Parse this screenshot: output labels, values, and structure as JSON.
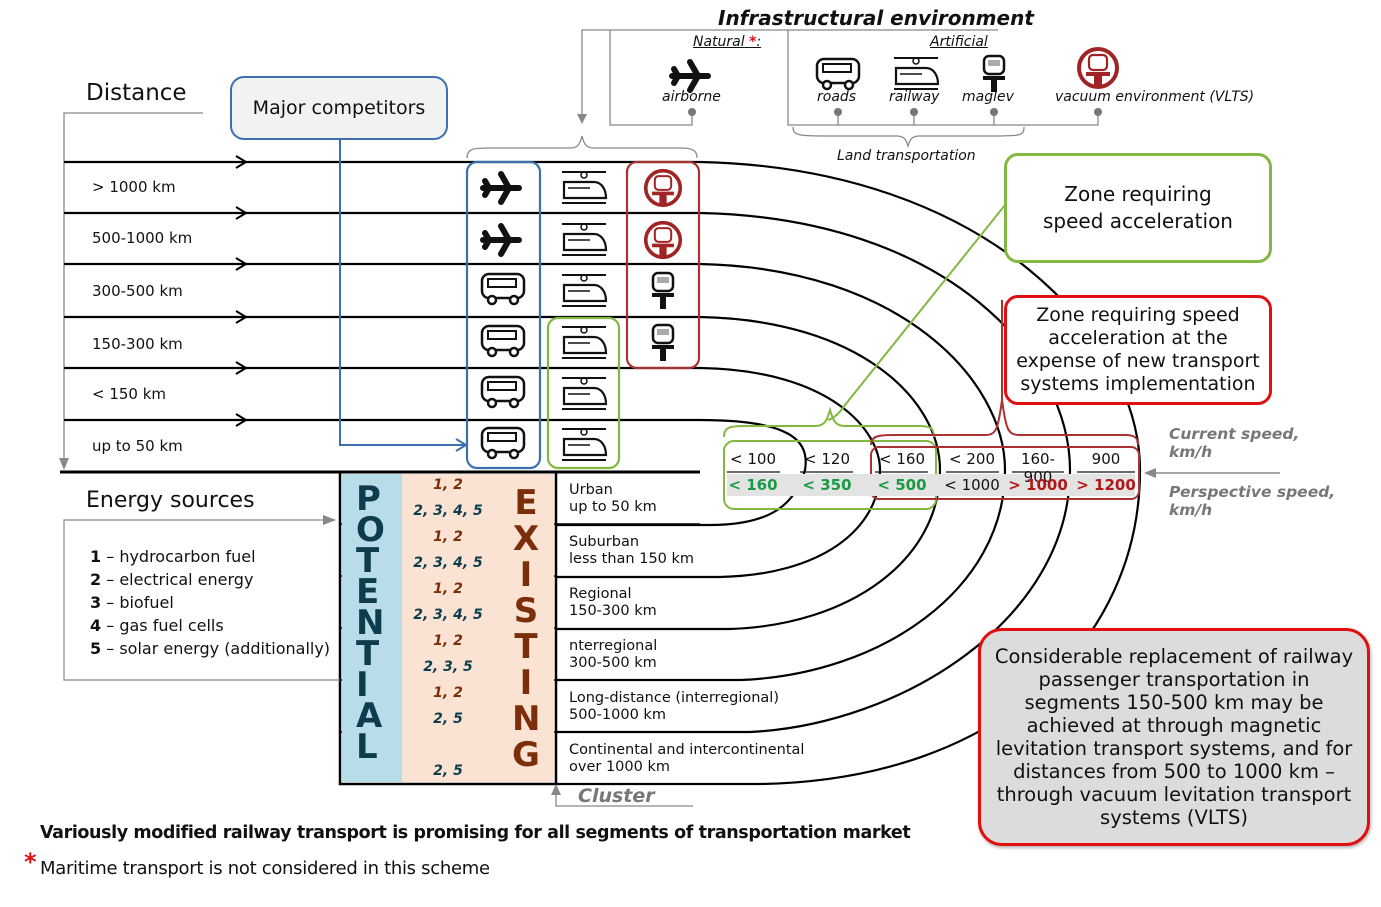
{
  "infrastructure": {
    "title": "Infrastructural environment",
    "natural_label": "Natural",
    "natural_marker": "*",
    "natural_colon": ":",
    "artificial_label": "Artificial",
    "modes": [
      {
        "label": "airborne",
        "icon": "airplane-icon"
      },
      {
        "label": "roads",
        "icon": "bus-icon"
      },
      {
        "label": "railway",
        "icon": "train-icon"
      },
      {
        "label": "maglev",
        "icon": "maglev-icon"
      },
      {
        "label": "vacuum environment (VLTS)",
        "icon": "vlts-icon"
      }
    ],
    "land_label": "Land transportation"
  },
  "distance": {
    "title": "Distance",
    "rows": [
      {
        "label": "> 1000 km",
        "competitors": [
          "airplane-icon",
          "train-icon",
          "vlts-icon"
        ]
      },
      {
        "label": "500-1000 km",
        "competitors": [
          "airplane-icon",
          "train-icon",
          "vlts-icon"
        ]
      },
      {
        "label": "300-500 km",
        "competitors": [
          "bus-icon",
          "train-icon",
          "maglev-icon"
        ]
      },
      {
        "label": "150-300 km",
        "competitors": [
          "bus-icon",
          "train-icon",
          "maglev-icon"
        ]
      },
      {
        "label": "< 150 km",
        "competitors": [
          "bus-icon",
          "train-icon"
        ]
      },
      {
        "label": "up to 50 km",
        "competitors": [
          "bus-icon",
          "train-icon"
        ]
      }
    ]
  },
  "major_competitors": {
    "label": "Major competitors"
  },
  "zones": {
    "green": {
      "label": "Zone requiring speed acceleration"
    },
    "red": {
      "label": "Zone requiring speed acceleration at the expense of new transport systems implementation"
    },
    "note": {
      "label": "Considerable replacement of railway passenger transportation in segments 150-500 km may be achieved at through magnetic levitation transport systems, and for distances from 500 to 1000 km – through vacuum levitation transport systems (VLTS)"
    }
  },
  "speeds": {
    "current_label": "Current speed, km/h",
    "perspective_label": "Perspective speed, km/h",
    "columns": [
      {
        "current": "< 100",
        "perspective": "< 160",
        "status": "green"
      },
      {
        "current": "< 120",
        "perspective": "< 350",
        "status": "green"
      },
      {
        "current": "< 160",
        "perspective": "< 500",
        "status": "green"
      },
      {
        "current": "< 200",
        "perspective": "< 1000",
        "status": "neutral"
      },
      {
        "current": "160-900",
        "perspective": "> 1000",
        "status": "red"
      },
      {
        "current": "900",
        "perspective": "> 1200",
        "status": "red"
      }
    ],
    "colors": {
      "green": "#1a9a45",
      "red": "#b01818",
      "neutral": "#111111"
    }
  },
  "energy": {
    "title": "Energy sources",
    "legend": [
      {
        "num": "1",
        "text": " – hydrocarbon fuel"
      },
      {
        "num": "2",
        "text": " – electrical energy"
      },
      {
        "num": "3",
        "text": " – biofuel"
      },
      {
        "num": "4",
        "text": " – gas fuel cells"
      },
      {
        "num": "5",
        "text": " – solar energy (additionally)"
      }
    ],
    "potential_word": "POTENTIAL",
    "existing_word": "EXISTING",
    "rows": [
      {
        "existing": "1, 2",
        "potential": "2, 3, 4, 5"
      },
      {
        "existing": "1, 2",
        "potential": "2, 3, 4, 5"
      },
      {
        "existing": "1, 2",
        "potential": "2, 3, 4, 5"
      },
      {
        "existing": "1, 2",
        "potential": "2, 3, 5"
      },
      {
        "existing": "1, 2",
        "potential": "2, 5"
      },
      {
        "existing": "",
        "potential": "2, 5"
      }
    ]
  },
  "clusters": {
    "title": "Cluster",
    "rows": [
      {
        "name": "Urban",
        "range": "up to 50 km"
      },
      {
        "name": "Suburban",
        "range": "less than 150 km"
      },
      {
        "name": "Regional",
        "range": "150-300 km"
      },
      {
        "name": "nterregional",
        "range": "300-500 km"
      },
      {
        "name": "Long-distance (interregional)",
        "range": "500-1000 km"
      },
      {
        "name": "Continental and intercontinental",
        "range": "over 1000 km"
      }
    ]
  },
  "footer": {
    "conclusion": "Variously modified railway transport is promising for all segments of transportation market",
    "asterisk": "*",
    "note": "Maritime transport is not considered in this scheme"
  },
  "colors": {
    "blue": "#3a6fb0",
    "green": "#82b840",
    "red": "#a83232",
    "bright_red": "#e01010",
    "potential_bg": "#b9dde8",
    "existing_bg": "#fbe3d3",
    "potential_text": "#0d3d4d",
    "existing_text": "#7a2e0a"
  }
}
